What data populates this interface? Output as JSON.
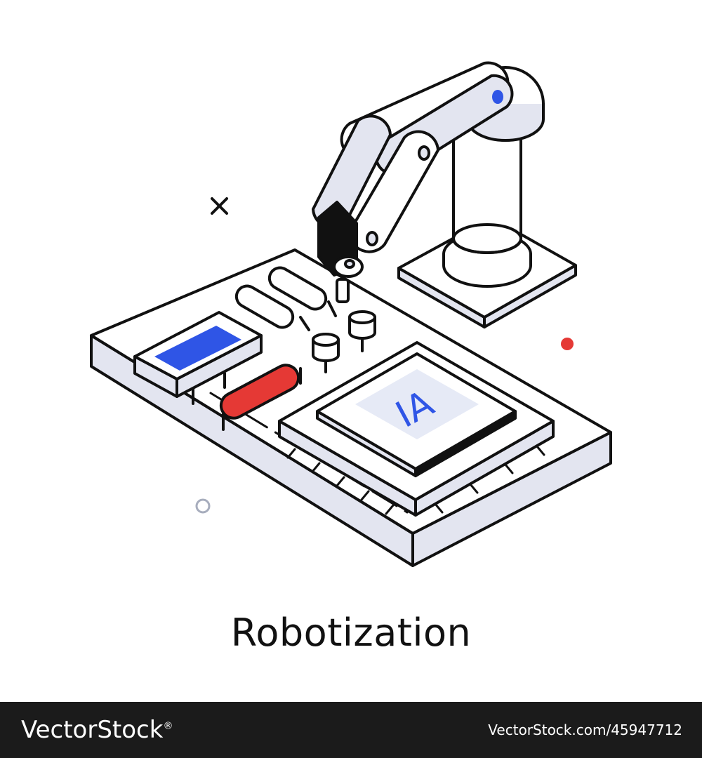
{
  "caption": "Robotization",
  "chip_label": "IA",
  "footer": {
    "brand": "VectorStock",
    "registered_mark": "®",
    "url": "VectorStock.com/45947712"
  },
  "colors": {
    "outline": "#111111",
    "shade": "#e3e5f0",
    "accent_blue": "#2f55e6",
    "accent_red": "#e53935",
    "chip_panel": "#e6eaf6",
    "footer_bg": "#1b1b1b"
  },
  "icons": [
    "cross-mark-icon",
    "red-dot-icon",
    "ring-icon"
  ]
}
